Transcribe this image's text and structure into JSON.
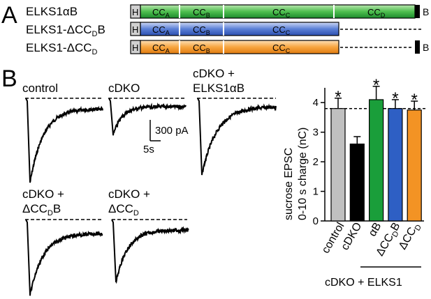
{
  "panel_labels": [
    "A",
    "B"
  ],
  "constructs": [
    {
      "name": "ELKS1αB",
      "domains": [
        "H",
        "CC_A",
        "CC_B",
        "CC_C",
        "CC_D"
      ],
      "tail_label": "B"
    },
    {
      "name": "ELKS1-ΔCC_DB",
      "domains": [
        "H",
        "CC_A",
        "CC_B",
        "CC_C"
      ],
      "tail_label": ""
    },
    {
      "name": "ELKS1-ΔCC_D",
      "domains": [
        "H",
        "CC_A",
        "CC_B",
        "CC_C"
      ],
      "tail_label": "B"
    }
  ],
  "construct_text": {
    "c1": "ELKS1αB",
    "c2a": "ELKS1-ΔCC",
    "c2sub": "D",
    "c2b": "B",
    "c3a": "ELKS1-ΔCC",
    "c3sub": "D",
    "H": "H",
    "CC": "CC",
    "subA": "A",
    "subB": "B",
    "subC": "C",
    "subD": "D",
    "tailB": "B"
  },
  "traces": {
    "t1": "control",
    "t2": "cDKO",
    "t3a": "cDKO +",
    "t3b": "ELKS1αB",
    "t4a": "cDKO +",
    "t4b": "ΔCC",
    "t4sub": "D",
    "t4c": "B",
    "t5a": "cDKO +",
    "t5b": "ΔCC",
    "t5sub": "D"
  },
  "scale_bar": {
    "y_label": "300 pA",
    "x_label": "5s"
  },
  "colors": {
    "control": "#c0c0c0",
    "cDKO": "#000000",
    "aB": "#1a9e3a",
    "dCCDB": "#2e5fc4",
    "dCCD": "#f39324",
    "H_box": "#d0d0d0"
  },
  "chart_data": {
    "type": "bar",
    "ylabel_line1": "sucrose EPSC",
    "ylabel_line2": "0-10 s charge (nC)",
    "ylim": [
      0,
      4.5
    ],
    "yticks": [
      "0",
      "1",
      "2",
      "3",
      "4"
    ],
    "categories": [
      "control",
      "cDKO",
      "αB",
      "ΔCC_DB",
      "ΔCC_D"
    ],
    "values": [
      3.8,
      2.6,
      4.1,
      3.8,
      3.75
    ],
    "errors": [
      0.35,
      0.25,
      0.45,
      0.3,
      0.3
    ],
    "significant": [
      true,
      false,
      true,
      true,
      true
    ],
    "sig_marker": "*",
    "reference_line": 3.8,
    "group_label": "cDKO + ELKS1",
    "tick_labels": {
      "c1": "control",
      "c2": "cDKO",
      "c3": "αB",
      "c4": "ΔCC",
      "c4sub": "D",
      "c4b": "B",
      "c5": "ΔCC",
      "c5sub": "D"
    }
  }
}
